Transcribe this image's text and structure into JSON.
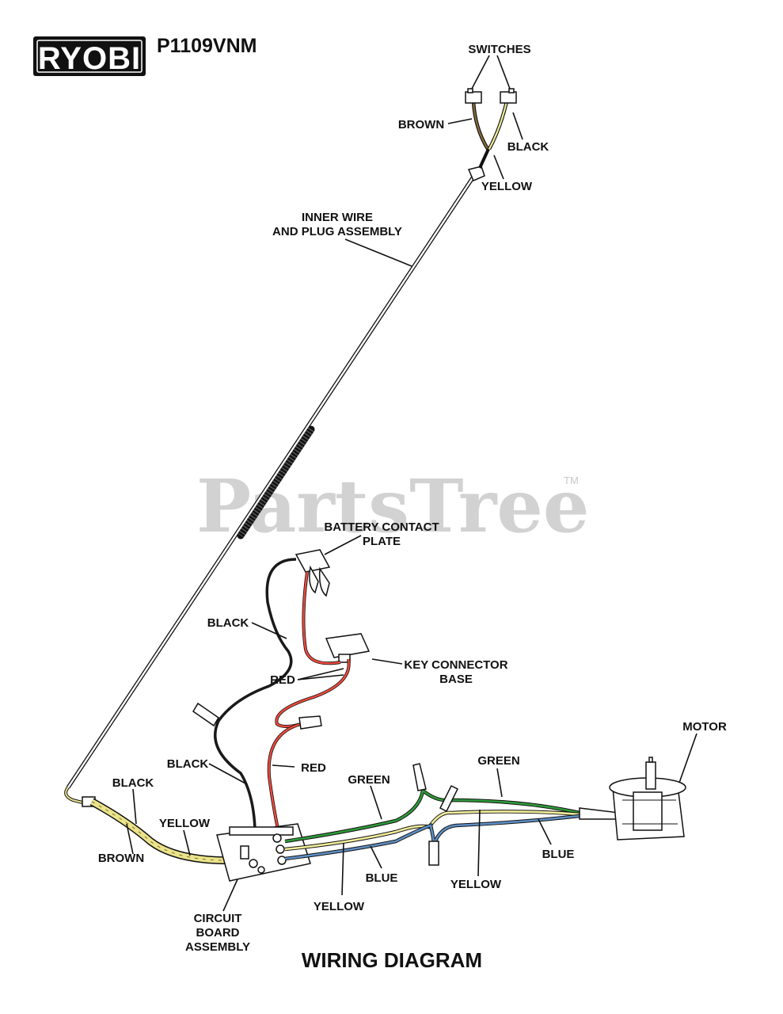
{
  "brand": {
    "logo": "RYOBI",
    "model": "P1109VNM"
  },
  "watermark": {
    "text": "PartsTree",
    "trademark": "TM"
  },
  "title": "WIRING DIAGRAM",
  "labels": {
    "switches": "SWITCHES",
    "brown_top": "BROWN",
    "black_top": "BLACK",
    "yellow_top": "YELLOW",
    "inner_wire_1": "INNER WIRE",
    "inner_wire_2": "AND PLUG ASSEMBLY",
    "battery_contact_1": "BATTERY CONTACT",
    "battery_contact_2": "PLATE",
    "black_mid": "BLACK",
    "key_connector_1": "KEY CONNECTOR",
    "key_connector_2": "BASE",
    "red_mid": "RED",
    "black_low": "BLACK",
    "red_low": "RED",
    "black_left": "BLACK",
    "yellow_left": "YELLOW",
    "brown_left": "BROWN",
    "green_left": "GREEN",
    "green_right": "GREEN",
    "motor": "MOTOR",
    "blue_left": "BLUE",
    "blue_right": "BLUE",
    "yellow_bottom_left": "YELLOW",
    "yellow_bottom_right": "YELLOW",
    "circuit_1": "CIRCUIT",
    "circuit_2": "BOARD",
    "circuit_3": "ASSEMBLY"
  },
  "colors": {
    "black_wire": "#1a1a1a",
    "red_wire": "#f04a3c",
    "yellow_wire": "#f3ee9a",
    "green_wire": "#2f9a3a",
    "blue_wire": "#5e8fc4",
    "brown_wire": "#8a6a3c",
    "logo_bg": "#111111"
  }
}
